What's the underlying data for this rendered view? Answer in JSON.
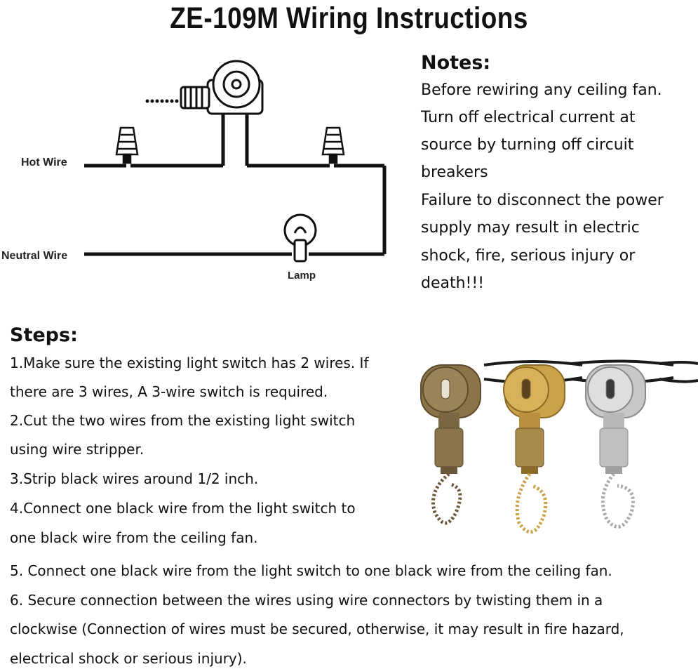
{
  "title": "ZE-109M Wiring Instructions",
  "diagram": {
    "hot_wire_label": "Hot Wire",
    "neutral_wire_label": "Neutral Wire",
    "lamp_label": "Lamp"
  },
  "notes": {
    "heading": "Notes:",
    "lines": [
      "Before rewiring any ceiling fan.",
      "Turn off electrical current at",
      "source by turning off circuit",
      "breakers",
      "Failure to disconnect the power",
      "supply may result in electric",
      "shock, fire, serious injury or",
      "death!!!"
    ]
  },
  "steps": {
    "heading": "Steps:",
    "lines": [
      "1.Make sure the existing light switch has 2 wires. If",
      "there are 3 wires, A 3-wire switch is required.",
      "2.Cut the two wires from the existing light switch",
      "using wire stripper.",
      "3.Strip black wires around 1/2 inch.",
      "4.Connect one black wire from the light switch to",
      "one black wire from the ceiling fan.",
      "5. Connect one black wire from the light switch to one black wire from the ceiling fan.",
      "6. Secure connection between the wires using wire connectors by twisting them in a",
      "clockwise (Connection of wires must be secured, otherwise, it may result in fire hazard,",
      "electrical shock or serious injury)."
    ]
  },
  "product_photo": {
    "switch_finishes": [
      "antique-brass",
      "gold",
      "chrome"
    ],
    "colors": {
      "antique_brass": "#8a7448",
      "gold": "#c9a24a",
      "chrome": "#c8c8c8"
    }
  }
}
